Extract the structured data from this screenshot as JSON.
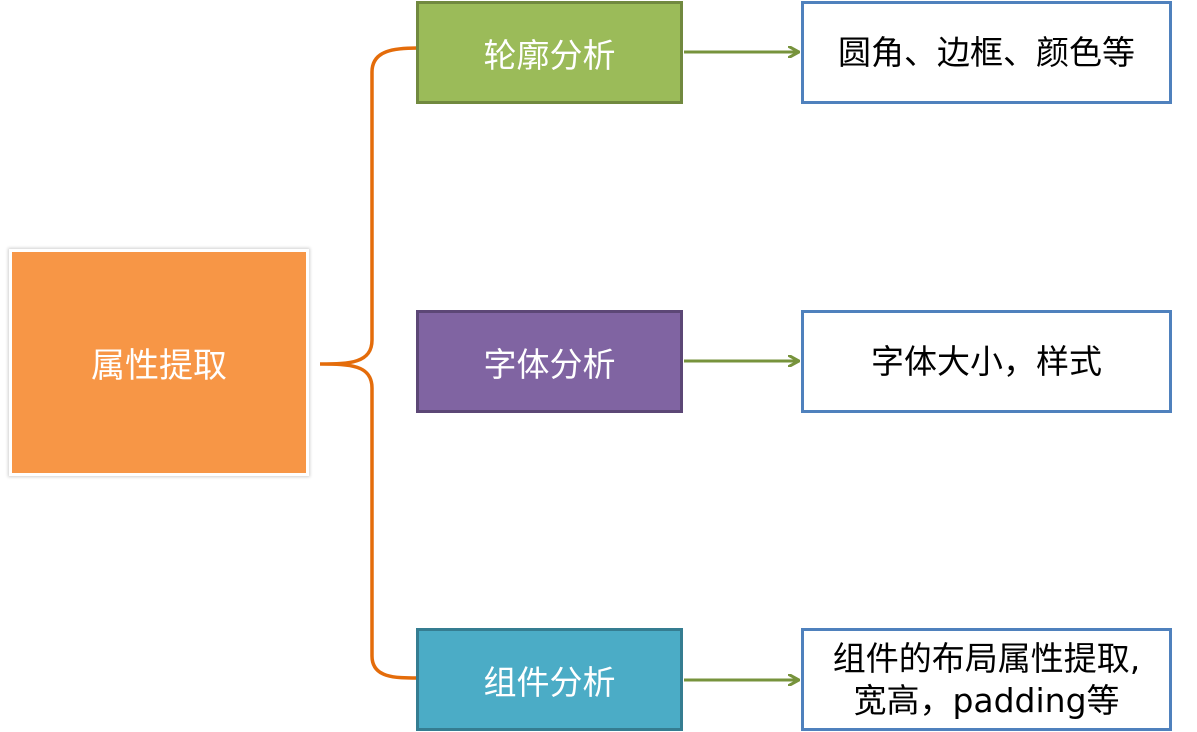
{
  "root": {
    "label": "属性提取"
  },
  "branches": [
    {
      "label": "轮廓分析",
      "detail_lines": [
        "圆角、边框、颜色等"
      ]
    },
    {
      "label": "字体分析",
      "detail_lines": [
        "字体大小，样式"
      ]
    },
    {
      "label": "组件分析",
      "detail_lines": [
        "组件的布局属性提取,",
        "宽高，padding等"
      ]
    }
  ],
  "colors": {
    "root": "#f79646",
    "brace": "#e46c0a",
    "arrow": "#77933c",
    "contour": "#9bbb59",
    "font": "#8064a2",
    "component": "#4bacc6",
    "leaf_border": "#4f81bd"
  }
}
